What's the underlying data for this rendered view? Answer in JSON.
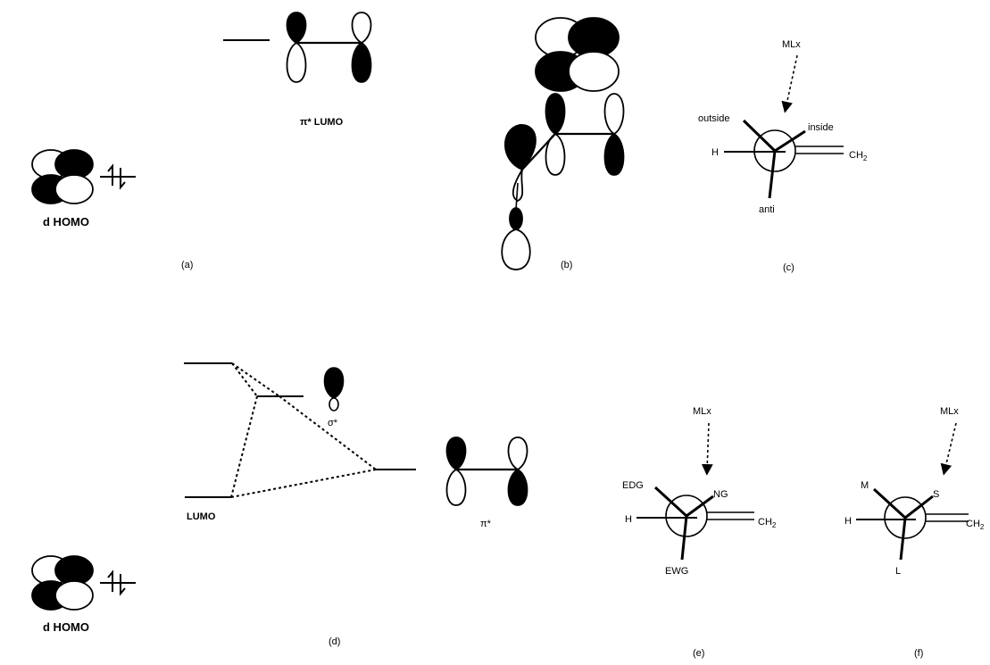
{
  "panel_a": {
    "homo_label": "d HOMO",
    "lumo_label": "π* LUMO",
    "caption": "(a)"
  },
  "panel_b": {
    "caption": "(b)"
  },
  "panel_c": {
    "metal": "MLx",
    "outside": "outside",
    "inside": "inside",
    "h": "H",
    "ch2": "CH",
    "ch2_sub": "2",
    "anti": "anti",
    "caption": "(c)"
  },
  "panel_d": {
    "lumo_label": "LUMO",
    "sigma_label": "σ*",
    "pi_label": "π*",
    "homo_label": "d HOMO",
    "caption": "(d)"
  },
  "panel_e": {
    "metal": "MLx",
    "edg": "EDG",
    "ng": "NG",
    "h": "H",
    "ch2": "CH",
    "ch2_sub": "2",
    "ewg": "EWG",
    "caption": "(e)"
  },
  "panel_f": {
    "metal": "MLx",
    "m": "M",
    "s": "S",
    "h": "H",
    "ch2": "CH",
    "ch2_sub": "2",
    "l": "L",
    "caption": "(f)"
  }
}
